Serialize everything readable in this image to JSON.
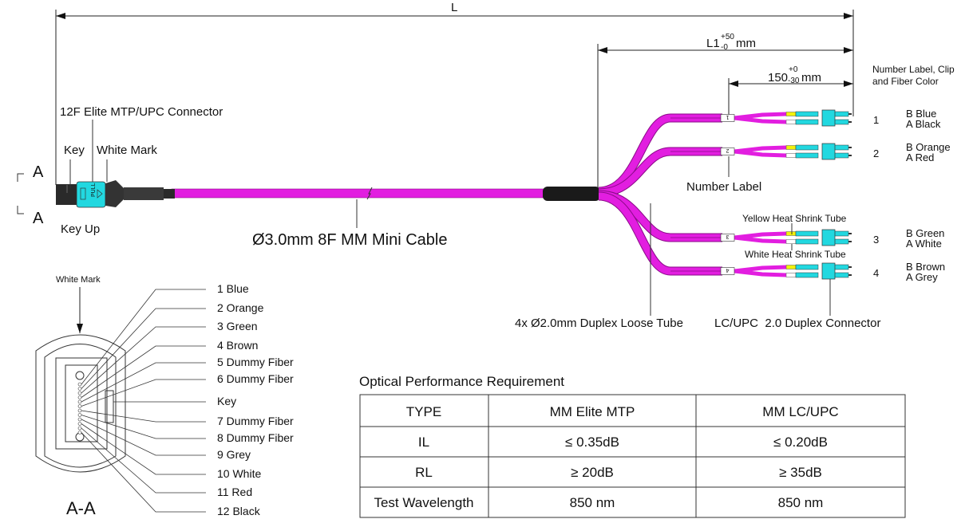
{
  "dimensions": {
    "overall": "L",
    "breakout": {
      "base": "L1",
      "tol_plus": "+50",
      "tol_minus": "-0",
      "unit": "mm"
    },
    "leg": {
      "base": "150",
      "tol_plus": "+0",
      "tol_minus": "-30",
      "unit": "mm"
    }
  },
  "header_note": [
    "Number Label, Clip",
    "and Fiber Color"
  ],
  "mtp": {
    "connector_label": "12F Elite MTP/UPC Connector",
    "key_label": "Key",
    "white_mark_label": "White Mark",
    "section_marker": "A",
    "key_up_label": "Key Up",
    "pull_text": "PULL"
  },
  "cable_label": "Ø3.0mm 8F MM Mini Cable",
  "number_label_caption": "Number Label",
  "yellow_tube_label": "Yellow Heat Shrink Tube",
  "white_tube_label": "White Heat Shrink Tube",
  "loose_tube_label": "4x Ø2.0mm Duplex Loose Tube",
  "lc_connector_label": "LC/UPC  2.0 Duplex Connector",
  "legs": [
    {
      "number": "1",
      "b": "B Blue",
      "a": "A Black"
    },
    {
      "number": "2",
      "b": "B  Orange",
      "a": "A  Red"
    },
    {
      "number": "3",
      "b": "B  Green",
      "a": "A  White"
    },
    {
      "number": "4",
      "b": "B  Brown",
      "a": "A  Grey"
    }
  ],
  "section": {
    "white_mark": "White Mark",
    "title": "A-A",
    "fibers": [
      "1 Blue",
      "2 Orange",
      "3 Green",
      "4 Brown",
      "5 Dummy Fiber",
      "6 Dummy Fiber",
      "Key",
      "7 Dummy Fiber",
      "8 Dummy Fiber",
      "9 Grey",
      "10 White",
      "11 Red",
      "12 Black"
    ]
  },
  "table": {
    "title": "Optical Performance Requirement",
    "headers": [
      "TYPE",
      "MM Elite MTP",
      "MM LC/UPC"
    ],
    "rows": [
      [
        "IL",
        "≤ 0.35dB",
        "≤ 0.20dB"
      ],
      [
        "RL",
        "≥ 20dB",
        "≥ 35dB"
      ],
      [
        "Test Wavelength",
        "850 nm",
        "850 nm"
      ]
    ]
  },
  "colors": {
    "cable": "#e21ee0",
    "connector": "#22d8e0",
    "yellow": "#f2f20a",
    "boot": "#1a1a1a"
  }
}
